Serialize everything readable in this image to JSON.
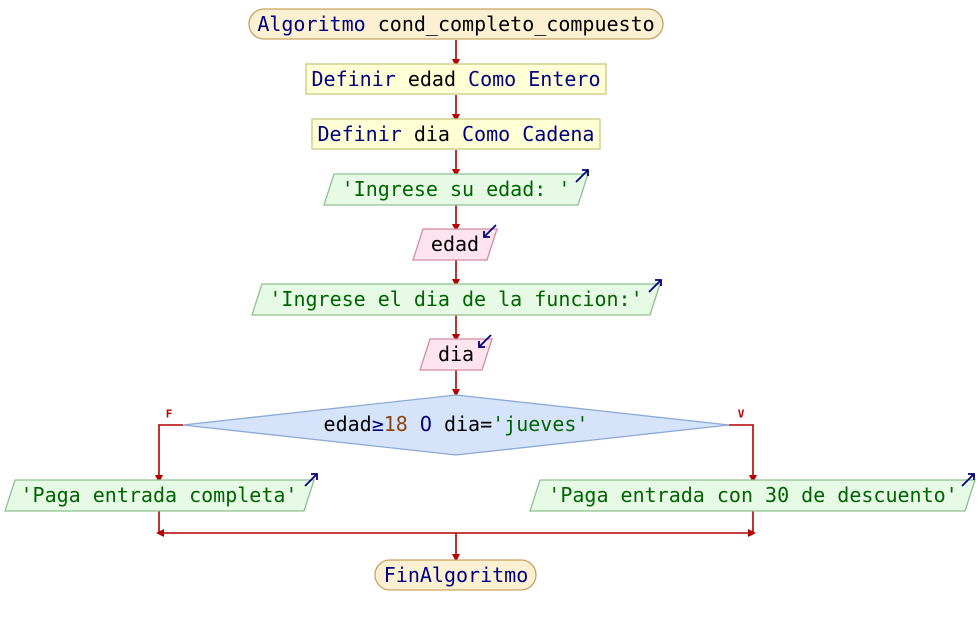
{
  "colors": {
    "arrow": "#b30000",
    "terminal_fill": "#fbf0d2",
    "terminal_stroke": "#c9a25f",
    "process_fill": "#ffffd6",
    "process_stroke": "#c8c880",
    "output_fill": "#e6fae6",
    "output_stroke": "#8fbf8f",
    "input_fill": "#fde4ee",
    "input_stroke": "#d28aa5",
    "decision_fill": "#d6e4fb",
    "decision_stroke": "#8ea9d6",
    "keyword": "#000080",
    "string": "#006400",
    "number": "#8b4513",
    "plain": "#000000"
  },
  "flowchart": {
    "start": [
      {
        "t": "Algoritmo ",
        "c": "k"
      },
      {
        "t": "cond_completo_compuesto",
        "c": "p"
      }
    ],
    "define_edad": [
      {
        "t": "Definir ",
        "c": "k"
      },
      {
        "t": "edad",
        "c": "p"
      },
      {
        "t": " Como Entero",
        "c": "k"
      }
    ],
    "define_dia": [
      {
        "t": "Definir ",
        "c": "k"
      },
      {
        "t": "dia",
        "c": "p"
      },
      {
        "t": " Como Cadena",
        "c": "k"
      }
    ],
    "prompt_edad": [
      {
        "t": "'Ingrese su edad: '",
        "c": "s"
      }
    ],
    "read_edad": [
      {
        "t": "edad",
        "c": "p"
      }
    ],
    "prompt_dia": [
      {
        "t": "'Ingrese el dia de la funcion:'",
        "c": "s"
      }
    ],
    "read_dia": [
      {
        "t": "dia",
        "c": "p"
      }
    ],
    "condition": [
      {
        "t": "edad",
        "c": "p"
      },
      {
        "t": "≥",
        "c": "k"
      },
      {
        "t": "18",
        "c": "n"
      },
      {
        "t": " O ",
        "c": "k"
      },
      {
        "t": "dia",
        "c": "p"
      },
      {
        "t": "=",
        "c": "p"
      },
      {
        "t": "'jueves'",
        "c": "s"
      }
    ],
    "false_label": "F",
    "true_label": "V",
    "out_false": [
      {
        "t": "'Paga entrada completa'",
        "c": "s"
      }
    ],
    "out_true": [
      {
        "t": "'Paga entrada con 30 de descuento'",
        "c": "s"
      }
    ],
    "end": [
      {
        "t": "FinAlgoritmo",
        "c": "k"
      }
    ]
  }
}
